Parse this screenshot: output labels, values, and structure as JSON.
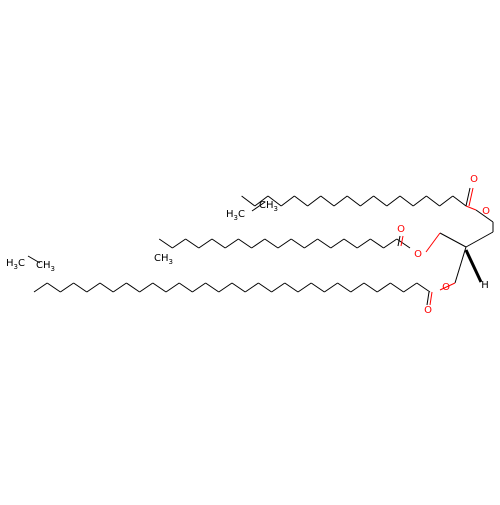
{
  "molecule": {
    "colors": {
      "bond": "#000000",
      "oxygen": "#ff0000",
      "background": "#ffffff"
    },
    "labels": {
      "o_ester1": "O",
      "o_carbonyl1": "O",
      "o_ester2": "O",
      "o_carbonyl2": "O",
      "o_ester3": "O",
      "o_carbonyl3": "O",
      "h_stereo": "H",
      "ch3_chain1": "CH",
      "ch3_chain1_sub": "3",
      "h3c_chain1": "H",
      "h3c_chain1_sub": "3",
      "h3c_chain1_c": "C",
      "ch3_chain2": "CH",
      "ch3_chain2_sub": "3",
      "h3c_chain3": "H",
      "h3c_chain3_sub": "3",
      "h3c_chain3_c": "C",
      "ch3_chain3": "CH",
      "ch3_chain3_sub": "3"
    }
  }
}
